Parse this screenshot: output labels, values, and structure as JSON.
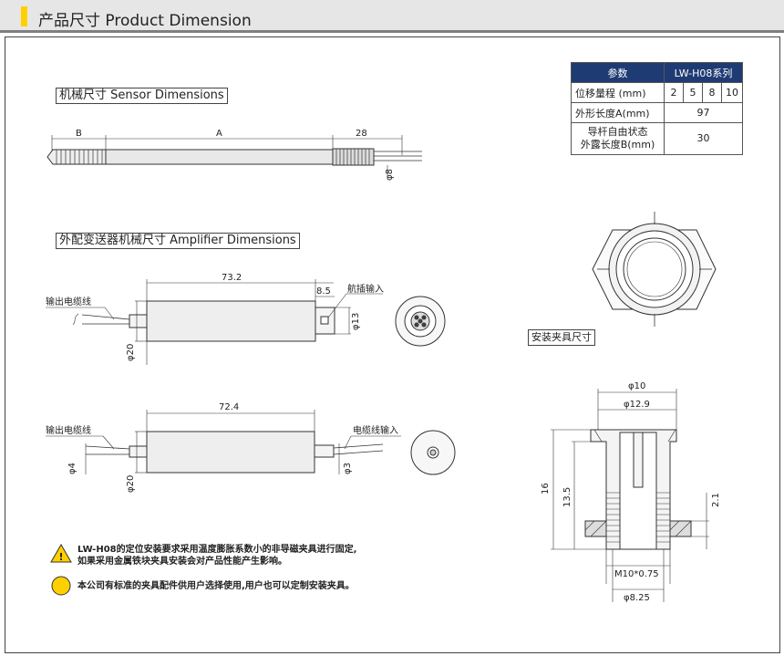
{
  "header": {
    "title": "产品尺寸 Product Dimension"
  },
  "sections": {
    "sensor_title": "机械尺寸 Sensor Dimensions",
    "amplifier_title": "外配变送器机械尺寸 Amplifier Dimensions",
    "clamp_title": "安装夹具尺寸"
  },
  "sensor": {
    "dim_b": "B",
    "dim_a": "A",
    "dim_28": "28",
    "dim_d8": "φ8"
  },
  "amp1": {
    "dim_len": "73.2",
    "dim_85": "8.5",
    "label_in": "航插输入",
    "label_out": "输出电缆线",
    "dim_d13": "φ13",
    "dim_d20": "φ20"
  },
  "amp2": {
    "dim_len": "72.4",
    "label_in": "电缆线输入",
    "label_out": "输出电缆线",
    "dim_d4": "φ4",
    "dim_d3": "φ3",
    "dim_d20": "φ20"
  },
  "clamp": {
    "d10": "φ10",
    "d129": "φ12.9",
    "h16": "16",
    "h135": "13.5",
    "h21": "2.1",
    "thread": "M10*0.75",
    "d825": "φ8.25"
  },
  "spec_table": {
    "col_param": "参数",
    "col_series": "LW-H08系列",
    "row1_label": "位移量程 (mm)",
    "ranges": [
      "2",
      "5",
      "8",
      "10"
    ],
    "row2_label": "外形长度A(mm)",
    "row2_value": "97",
    "row3_label_1": "导杆自由状态",
    "row3_label_2": "外露长度B(mm)",
    "row3_value": "30"
  },
  "notes": {
    "warn_1": "LW-H08的定位安装要求采用温度膨胀系数小的非导磁夹具进行固定,",
    "warn_2": "如果采用金属铁块夹具安装会对产品性能产生影响。",
    "info": "本公司有标准的夹具配件供用户选择使用,用户也可以定制安装夹具。"
  },
  "colors": {
    "header_bg": "#e6e6e6",
    "accent": "#ffd000",
    "table_head": "#1f3b73",
    "warn": "#ffd000"
  }
}
